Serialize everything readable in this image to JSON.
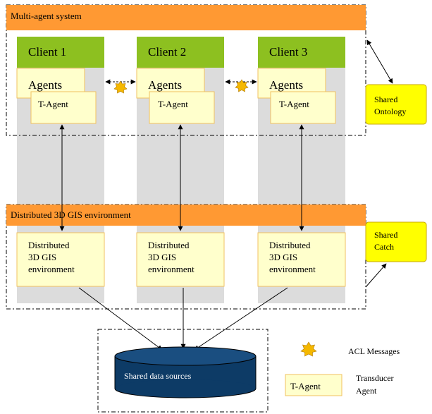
{
  "multi_agent": {
    "header": "Multi-agent system",
    "clients": [
      {
        "name": "Client 1",
        "agents_label": "Agents",
        "tagent_label": "T-Agent"
      },
      {
        "name": "Client 2",
        "agents_label": "Agents",
        "tagent_label": "T-Agent"
      },
      {
        "name": "Client 3",
        "agents_label": "Agents",
        "tagent_label": "T-Agent"
      }
    ]
  },
  "gis": {
    "header": "Distributed 3D GIS environment",
    "nodes": [
      {
        "line1": "Distributed",
        "line2": "3D GIS",
        "line3": "environment"
      },
      {
        "line1": "Distributed",
        "line2": "3D GIS",
        "line3": "environment"
      },
      {
        "line1": "Distributed",
        "line2": "3D GIS",
        "line3": "environment"
      }
    ]
  },
  "shared_ontology": {
    "line1": "Shared",
    "line2": "Ontology"
  },
  "shared_catch": {
    "line1": "Shared",
    "line2": "Catch"
  },
  "data_sources": "Shared data sources",
  "legend": {
    "acl_label": "ACL Messages",
    "tagent_box": "T-Agent",
    "tagent_line1": "Transducer",
    "tagent_line2": "Agent"
  },
  "colors": {
    "orange": "#FF9933",
    "client_green": "#8DC020",
    "pale_yellow": "#FFFFCC",
    "grey_column": "#DCDCDC",
    "yellow_box": "#FFFF00",
    "sun": "#F5B800",
    "db_blue": "#0D3B66"
  }
}
